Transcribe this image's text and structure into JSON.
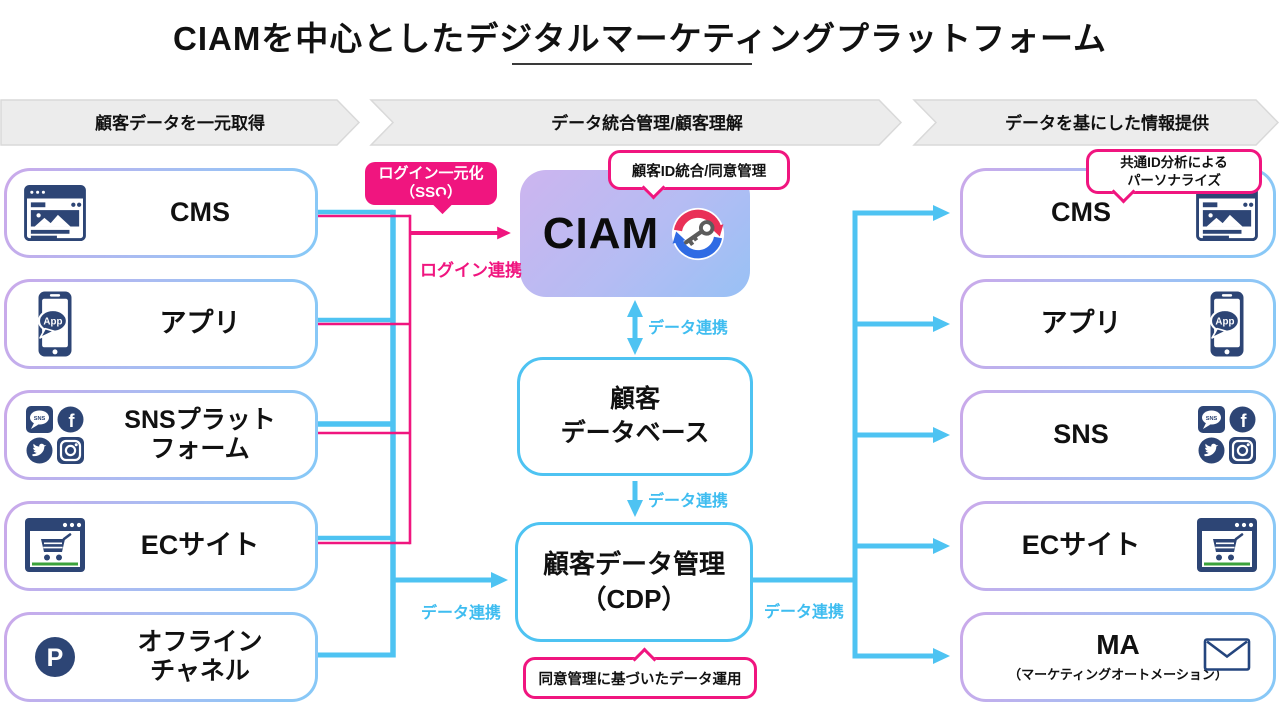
{
  "title": {
    "text": "CIAMを中心としたデジタルマーケティングプラットフォーム"
  },
  "stages": [
    {
      "label": "顧客データを一元取得"
    },
    {
      "label": "データ統合管理/顧客理解"
    },
    {
      "label": "データを基にした情報提供"
    }
  ],
  "left_column": {
    "items": [
      {
        "label": "CMS",
        "icon": "cms-browser-icon"
      },
      {
        "label": "アプリ",
        "icon": "app-smartphone-icon"
      },
      {
        "label": "SNSプラット\nフォーム",
        "icon": "sns-platform-icons"
      },
      {
        "label": "ECサイト",
        "icon": "ec-cart-icon"
      },
      {
        "label": "オフライン\nチャネル",
        "icon": "point-card-icon"
      }
    ]
  },
  "right_column": {
    "items": [
      {
        "label": "CMS",
        "icon": "cms-browser-icon"
      },
      {
        "label": "アプリ",
        "icon": "app-smartphone-icon"
      },
      {
        "label": "SNS",
        "icon": "sns-platform-icons"
      },
      {
        "label": "ECサイト",
        "icon": "ec-cart-icon"
      },
      {
        "label": "MA",
        "sublabel": "（マーケティングオートメーション）",
        "icon": "mail-envelope-icon"
      }
    ]
  },
  "center": {
    "ciam": {
      "label": "CIAM",
      "icon": "sync-key-icon"
    },
    "customer_db": {
      "label": "顧客\nデータベース"
    },
    "cdp": {
      "label": "顧客データ管理\n（CDP）"
    }
  },
  "callouts": {
    "sso": "ログイン一元化\n（SSO）",
    "id_consent": "顧客ID統合/同意管理",
    "consent_ops": "同意管理に基づいたデータ運用",
    "personalize": "共通ID分析による\nパーソナライズ"
  },
  "edge_labels": {
    "login_link": "ログイン連携",
    "data_link_ciam_db": "データ連携",
    "data_link_db_cdp": "データ連携",
    "data_link_left_cdp": "データ連携",
    "data_link_cdp_right": "データ連携"
  },
  "colors": {
    "accent_pink": "#F0157F",
    "accent_cyan": "#4EC3F2",
    "icon_navy": "#2D4575",
    "band_gray": "#ECECEC",
    "ciam_gradient_start": "#CDB5EF",
    "ciam_gradient_end": "#98C1F5",
    "box_border_purple": "#CBA9EA",
    "box_border_blue": "#86C9F7",
    "green_accent": "#3BA23B",
    "sync_red": "#E93057",
    "sync_blue": "#2F6BE4"
  }
}
